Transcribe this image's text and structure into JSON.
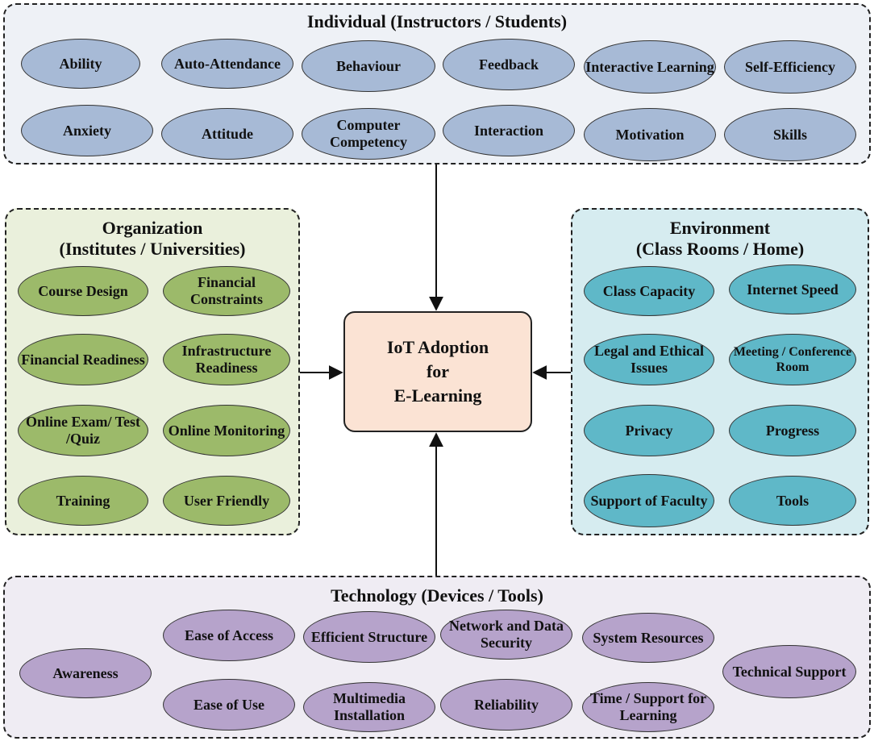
{
  "individual": {
    "title": "Individual (Instructors / Students)",
    "row1": [
      "Ability",
      "Auto-Attendance",
      "Behaviour",
      "Feedback",
      "Interactive Learning",
      "Self-Efficiency"
    ],
    "row2": [
      "Anxiety",
      "Attitude",
      "Computer Competency",
      "Interaction",
      "Motivation",
      "Skills"
    ]
  },
  "organization": {
    "title_line1": "Organization",
    "title_line2": "(Institutes / Universities)",
    "items": [
      "Course Design",
      "Financial Constraints",
      "Financial Readiness",
      "Infrastructure Readiness",
      "Online Exam/ Test /Quiz",
      "Online Monitoring",
      "Training",
      "User Friendly"
    ]
  },
  "environment": {
    "title_line1": "Environment",
    "title_line2": "(Class Rooms / Home)",
    "items": [
      "Class Capacity",
      "Internet Speed",
      "Legal and Ethical Issues",
      "Meeting / Conference Room",
      "Privacy",
      "Progress",
      "Support of Faculty",
      "Tools"
    ]
  },
  "center": {
    "line1": "IoT Adoption",
    "line2": "for",
    "line3": "E-Learning"
  },
  "technology": {
    "title": "Technology (Devices / Tools)",
    "items": [
      "Awareness",
      "Ease of Access",
      "Efficient Structure",
      "Network and Data Security",
      "System Resources",
      "Technical Support",
      "Ease of Use",
      "Multimedia Installation",
      "Reliability",
      "Time / Support for Learning"
    ]
  },
  "colors": {
    "individual_bg": "#eef1f6",
    "individual_oval": "#a7bad6",
    "organization_bg": "#eaf0dc",
    "organization_oval": "#9cba6a",
    "environment_bg": "#d6ecf0",
    "environment_oval": "#5fb8c8",
    "technology_bg": "#efecf3",
    "technology_oval": "#b6a3cb",
    "center_bg": "#fbe3d4"
  }
}
